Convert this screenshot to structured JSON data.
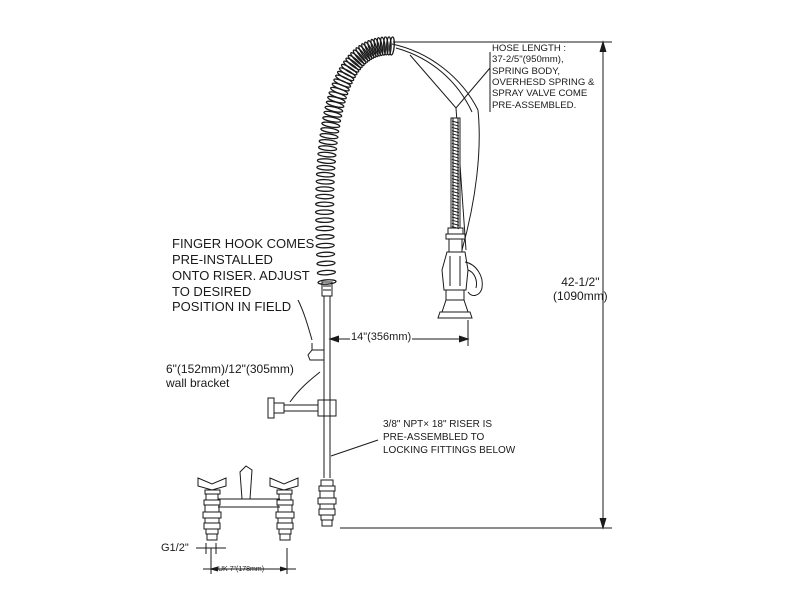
{
  "labels": {
    "hose_note": "HOSE LENGTH :\n37-2/5\"(950mm),\nSPRING BODY,\nOVERHESD SPRING &\nSPRAY VALVE COME\nPRE-ASSEMBLED.",
    "finger_hook_note": "FINGER HOOK COMES\nPRE-INSTALLED\nONTO RISER. ADJUST\nTO DESIRED\nPOSITION IN FIELD",
    "wall_bracket_note": "6\"(152mm)/12\"(305mm)\nwall bracket",
    "riser_note": "3/8\" NPT× 18\" RISER IS\nPRE-ASSEMBLED TO\nLOCKING FITTINGS BELOW",
    "reach_dimension": "14\"(356mm)",
    "height_dimension": "42-1/2\"\n(1090mm)",
    "inlet_thread": "G1/2\"",
    "center_spacing": "UK 7\"(178mm)"
  },
  "colors": {
    "line": "#1a1a1a",
    "background": "#ffffff"
  }
}
